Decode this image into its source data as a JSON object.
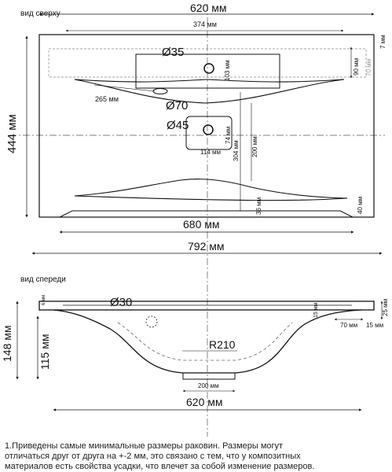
{
  "top_view": {
    "caption": "вид сверху",
    "dim_620_top": "620 мм",
    "dim_374": "374 мм",
    "hole_35": "Ø35",
    "dim_103": "103 мм",
    "dim_90": "90 мм",
    "dim_7": "7 мм",
    "dim_70_side": "70 мм",
    "dim_265": "265 мм",
    "hole_70": "Ø70",
    "hole_45": "Ø45",
    "dim_74": "74 мм",
    "dim_114": "114 мм",
    "dim_304": "304 мм",
    "dim_200": "200 мм",
    "dim_444": "444 мм",
    "dim_36": "36 мм",
    "dim_40": "40 мм",
    "dim_680": "680 мм",
    "dim_792": "792 мм"
  },
  "front_view": {
    "caption": "вид спереди",
    "dim_6": "6 мм",
    "hole_30": "Ø30",
    "dim_25": "25 мм",
    "dim_15_v": "15 мм",
    "dim_70": "70 мм",
    "dim_15_h": "15 мм",
    "dim_148": "148 мм",
    "dim_115": "115 мм",
    "radius": "R210",
    "dim_200": "200 мм",
    "dim_620": "620 мм"
  },
  "note": {
    "line1": "1.Приведены самые минимальные размеры раковин. Размеры могут",
    "line2": "отличаться друг от друга на +-2 мм, это связано с тем, что у композитных",
    "line3": "материалов есть свойства усадки, что влечет за собой изменение размеров."
  }
}
